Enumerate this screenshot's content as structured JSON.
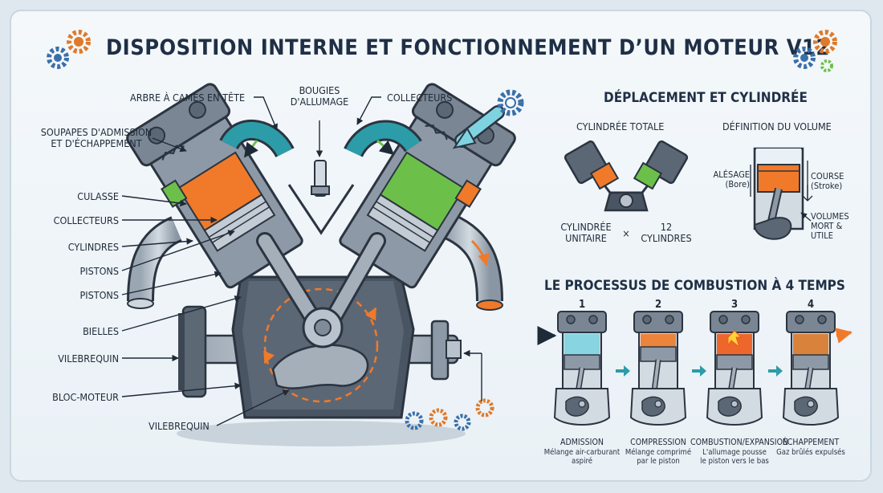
{
  "title": "DISPOSITION INTERNE ET FONCTIONNEMENT D’UN MOTEUR V12",
  "engine_labels": {
    "camshaft": "ARBRE À CAMES EN TÊTE",
    "spark_plugs_l1": "BOUGIES",
    "spark_plugs_l2": "D'ALLUMAGE",
    "manifolds_top": "COLLECTEURS",
    "valves_l1": "SOUPAPES D'ADMISSION",
    "valves_l2": "ET D'ÉCHAPPEMENT",
    "cylinder_head": "CULASSE",
    "manifolds": "COLLECTEURS",
    "cylinders": "CYLINDRES",
    "pistons_1": "PISTONS",
    "pistons_2": "PISTONS",
    "rods": "BIELLES",
    "crankshaft_1": "VILEBREQUIN",
    "block": "BLOC-MOTEUR",
    "crankshaft_2": "VILEBREQUIN"
  },
  "displacement": {
    "heading": "DÉPLACEMENT ET CYLINDRÉE",
    "total": "CYLINDRÉE TOTALE",
    "volume_def": "DÉFINITION DU VOLUME",
    "unit_l1": "CYLINDRÉE",
    "unit_l2": "UNITAIRE",
    "times": "×",
    "count_l1": "12",
    "count_l2": "CYLINDRES",
    "bore_l1": "ALÉSAGE",
    "bore_l2": "(Bore)",
    "stroke_l1": "COURSE",
    "stroke_l2": "(Stroke)",
    "volumes_l1": "VOLUMES",
    "volumes_l2": "MORT &",
    "volumes_l3": "UTILE"
  },
  "combustion": {
    "heading": "LE PROCESSUS DE COMBUSTION À 4 TEMPS",
    "strokes": [
      {
        "num": "1",
        "name": "ADMISSION",
        "desc_l1": "Mélange air-carburant",
        "desc_l2": "aspiré"
      },
      {
        "num": "2",
        "name": "COMPRESSION",
        "desc_l1": "Mélange comprimé",
        "desc_l2": "par le piston"
      },
      {
        "num": "3",
        "name": "COMBUSTION/EXPANSION",
        "desc_l1": "L'allumage pousse",
        "desc_l2": "le piston vers le bas"
      },
      {
        "num": "4",
        "name": "ÉCHAPPEMENT",
        "desc_l1": "Gaz brûlés expulsés",
        "desc_l2": ""
      }
    ]
  },
  "colors": {
    "steel": "#8d99a6",
    "dark": "#4a5563",
    "orange": "#f07a2a",
    "green": "#6cc04a",
    "teal": "#2c9ca8",
    "cyan": "#7fd3e0",
    "outline": "#2b3440"
  }
}
